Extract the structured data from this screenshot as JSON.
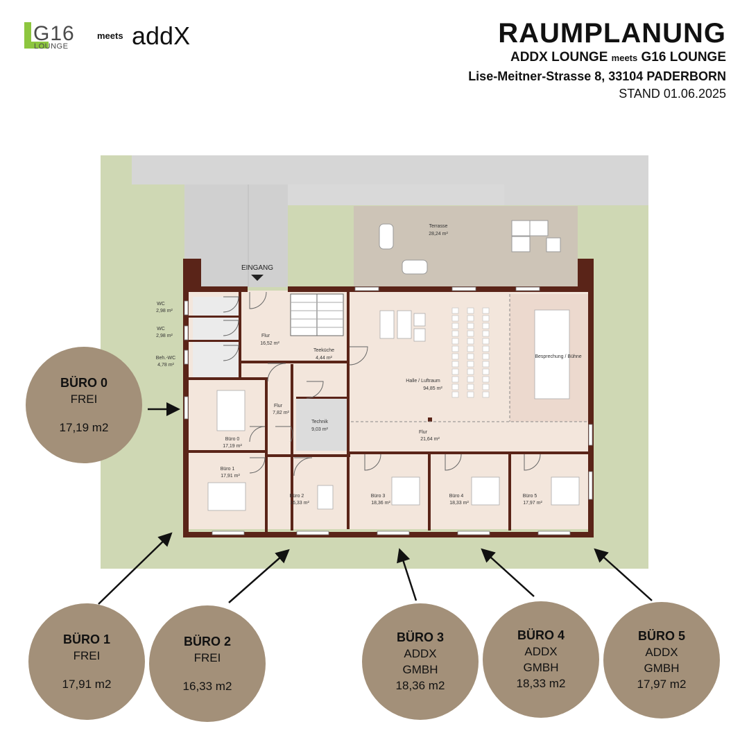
{
  "logo": {
    "g16_main": "G16",
    "g16_sub": "LOUNGE",
    "meets": "meets",
    "addx": "addX"
  },
  "header": {
    "title": "RAUMPLANUNG",
    "subtitle_left": "ADDX LOUNGE",
    "subtitle_meets": "meets",
    "subtitle_right": "G16 LOUNGE",
    "address": "Lise-Meitner-Strasse 8, 33104 PADERBORN",
    "stand": "STAND 01.06.2025"
  },
  "plan": {
    "entrance": "EINGANG",
    "rooms": {
      "terrasse": {
        "name": "Terrasse",
        "area": "28,24 m²"
      },
      "wc1": {
        "name": "WC",
        "area": "2,98 m²"
      },
      "wc2": {
        "name": "WC",
        "area": "2,98 m²"
      },
      "behwc": {
        "name": "Beh.-WC",
        "area": "4,78 m²"
      },
      "flur1": {
        "name": "Flur",
        "area": "16,52 m²"
      },
      "teekueche": {
        "name": "Teeküche",
        "area": "4,44 m²"
      },
      "halle": {
        "name": "Halle / Luftraum",
        "area": "94,85 m²"
      },
      "besprechung": {
        "name": "Besprechung / Bühne",
        "area": ""
      },
      "flur2": {
        "name": "Flur",
        "area": "7,82 m²"
      },
      "technik": {
        "name": "Technik",
        "area": "9,03 m²"
      },
      "flur3": {
        "name": "Flur",
        "area": "21,64 m²"
      },
      "buero0": {
        "name": "Büro 0",
        "area": "17,19 m²"
      },
      "buero1": {
        "name": "Büro 1",
        "area": "17,91 m²"
      },
      "buero2": {
        "name": "Büro 2",
        "area": "16,33 m²"
      },
      "buero3": {
        "name": "Büro 3",
        "area": "18,36 m²"
      },
      "buero4": {
        "name": "Büro 4",
        "area": "18,33 m²"
      },
      "buero5": {
        "name": "Büro 5",
        "area": "17,97 m²"
      }
    }
  },
  "offices": [
    {
      "name": "BÜRO 0",
      "status": [
        "FREI"
      ],
      "area": "17,19 m2"
    },
    {
      "name": "BÜRO 1",
      "status": [
        "FREI"
      ],
      "area": "17,91 m2"
    },
    {
      "name": "BÜRO 2",
      "status": [
        "FREI"
      ],
      "area": "16,33 m2"
    },
    {
      "name": "BÜRO 3",
      "status": [
        "ADDX",
        "GMBH"
      ],
      "area": "18,36 m2"
    },
    {
      "name": "BÜRO 4",
      "status": [
        "ADDX",
        "GMBH"
      ],
      "area": "18,33 m2"
    },
    {
      "name": "BÜRO 5",
      "status": [
        "ADDX",
        "GMBH"
      ],
      "area": "17,97 m2"
    }
  ],
  "colors": {
    "bubble": "#a39079",
    "wall": "#5a2418",
    "grass": "#cfd8b4",
    "floor": "#f3e6dc",
    "paving": "#d6d6d6"
  }
}
